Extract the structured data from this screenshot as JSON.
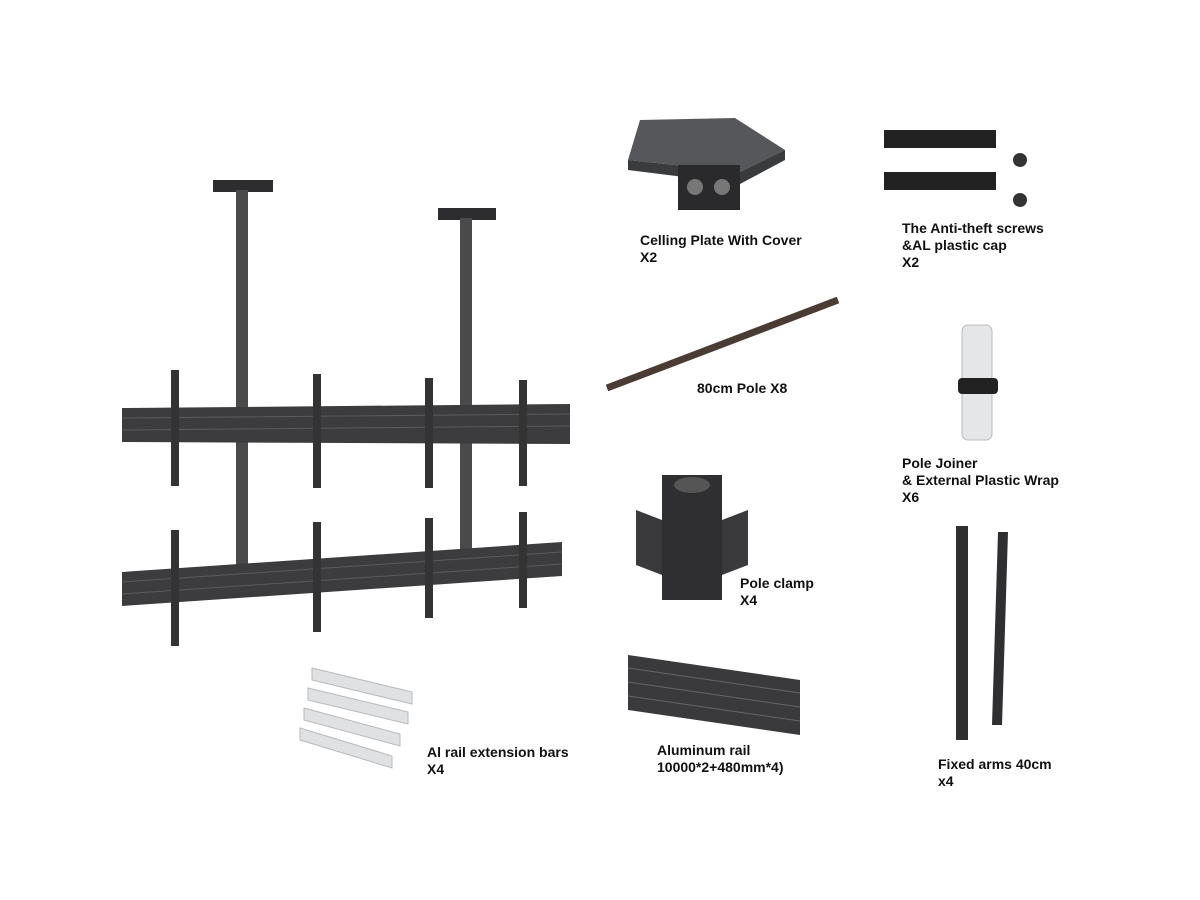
{
  "parts": {
    "ceiling_plate": {
      "name": "Celling Plate With Cover",
      "qty": "X2"
    },
    "anti_theft": {
      "name": "The Anti-theft screws",
      "name2": "&AL plastic cap",
      "qty": "X2"
    },
    "pole": {
      "name": "80cm Pole X8"
    },
    "pole_joiner": {
      "name": "Pole Joiner",
      "name2": "& External Plastic Wrap",
      "qty": "X6"
    },
    "pole_clamp": {
      "name": "Pole clamp",
      "qty": "X4"
    },
    "ext_bars": {
      "name": "Al rail extension bars",
      "qty": "X4"
    },
    "al_rail": {
      "name": "Aluminum rail",
      "spec": "10000*2+480mm*4)"
    },
    "fixed_arms": {
      "name": "Fixed arms 40cm",
      "qty": "x4"
    }
  },
  "colors": {
    "metal": "#3a3a3c",
    "dark": "#2a2a2a",
    "light": "#e2e4e6",
    "rust": "#4a3c34"
  }
}
